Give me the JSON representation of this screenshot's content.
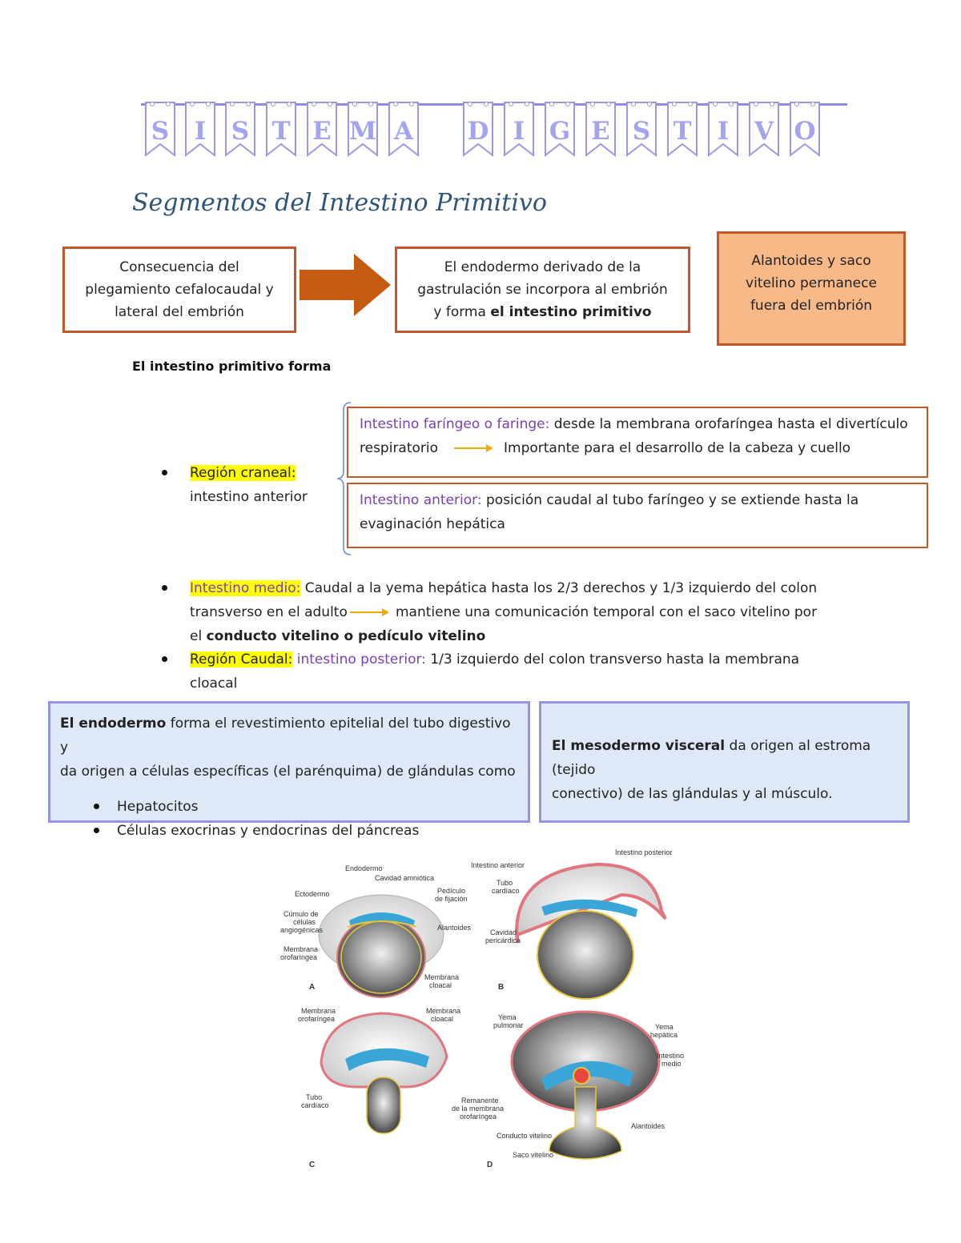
{
  "header": {
    "title_letters": [
      "S",
      "I",
      "S",
      "T",
      "E",
      "M",
      "A",
      "",
      "D",
      "I",
      "G",
      "E",
      "S",
      "T",
      "I",
      "V",
      "O"
    ],
    "subtitle": "Segmentos del Intestino Primitivo"
  },
  "flow": {
    "box1": [
      "Consecuencia del",
      "plegamiento cefalocaudal y",
      "lateral del embrión"
    ],
    "box2_line1": "El endodermo derivado de la",
    "box2_line2": "gastrulación se incorpora al embrión",
    "box2_line3_plain": "y forma ",
    "box2_line3_bold": "el intestino primitivo",
    "box3": [
      "Alantoides y saco",
      "vitelino permanece",
      "fuera del embrión"
    ]
  },
  "intro_label": "El intestino primitivo forma",
  "cranial": {
    "label": "Región craneal:",
    "sub": "intestino anterior",
    "pharynx_term": "Intestino faríngeo o faringe:",
    "pharynx_desc": " desde la membrana orofaríngea hasta el divertículo",
    "pharynx_line2a": "respiratorio",
    "pharynx_line2b": "Importante para el desarrollo de la cabeza y cuello",
    "anterior_term": "Intestino anterior:",
    "anterior_desc": " posición caudal al tubo faríngeo y se extiende hasta la",
    "anterior_line2": "evaginación hepática"
  },
  "midgut": {
    "label": "Intestino medio:",
    "line1": " Caudal a la yema hepática hasta los 2/3 derechos y 1/3 izquierdo del colon",
    "line2a": "transverso en el adulto",
    "line2b": "mantiene una comunicación temporal con el saco vitelino por",
    "line3a": "el ",
    "line3b": "conducto vitelino o pedículo vitelino"
  },
  "caudal": {
    "label": "Región Caudal:",
    "term": " intestino posterior:",
    "line1": " 1/3 izquierdo del colon transverso hasta la membrana",
    "line2": "cloacal"
  },
  "endoderm": {
    "bold": "El endodermo",
    "line1": " forma el revestimiento epitelial del tubo digestivo y",
    "line2": "da origen a células específicas (el parénquima) de glándulas como",
    "items": [
      "Hepatocitos",
      "Células exocrinas y endocrinas del páncreas"
    ]
  },
  "mesoderm": {
    "bold": "El mesodermo visceral",
    "line1": " da origen al estroma (tejido",
    "line2": "conectivo) de las glándulas y al músculo."
  },
  "figure": {
    "panels": [
      "A",
      "B",
      "C",
      "D"
    ],
    "labels_a": [
      "Endodermo",
      "Cavidad amniótica",
      "Ectodermo",
      "Pedículo",
      "de fijación",
      "Cúmulo de",
      "células",
      "angiogénicas",
      "Alantoides",
      "Membrana",
      "orofaríngea",
      "Membrana",
      "cloacal"
    ],
    "labels_b": [
      "Intestino anterior",
      "Intestino posterior",
      "Tubo",
      "cardíaco",
      "Cavidad",
      "pericárdica"
    ],
    "labels_c": [
      "Membrana",
      "orofaríngea",
      "Membrana",
      "cloacal",
      "Tubo",
      "cardíaco"
    ],
    "labels_d": [
      "Yema",
      "pulmonar",
      "Yema",
      "hepática",
      "Intestino",
      "medio",
      "Remanente",
      "de la membrana",
      "orofaríngea",
      "Alantoides",
      "Conducto vitelino",
      "Saco vitelino"
    ]
  },
  "colors": {
    "accent_border": "#c0582a",
    "arrow": "#c55a11",
    "banner": "#a3a3ee",
    "subtitle": "#2f5576",
    "purple_term": "#7a3fb1",
    "highlight": "#ffff00",
    "info_bg": "#dfe8f6",
    "info_border": "#9593e6",
    "orange_box": "#f8b989"
  }
}
